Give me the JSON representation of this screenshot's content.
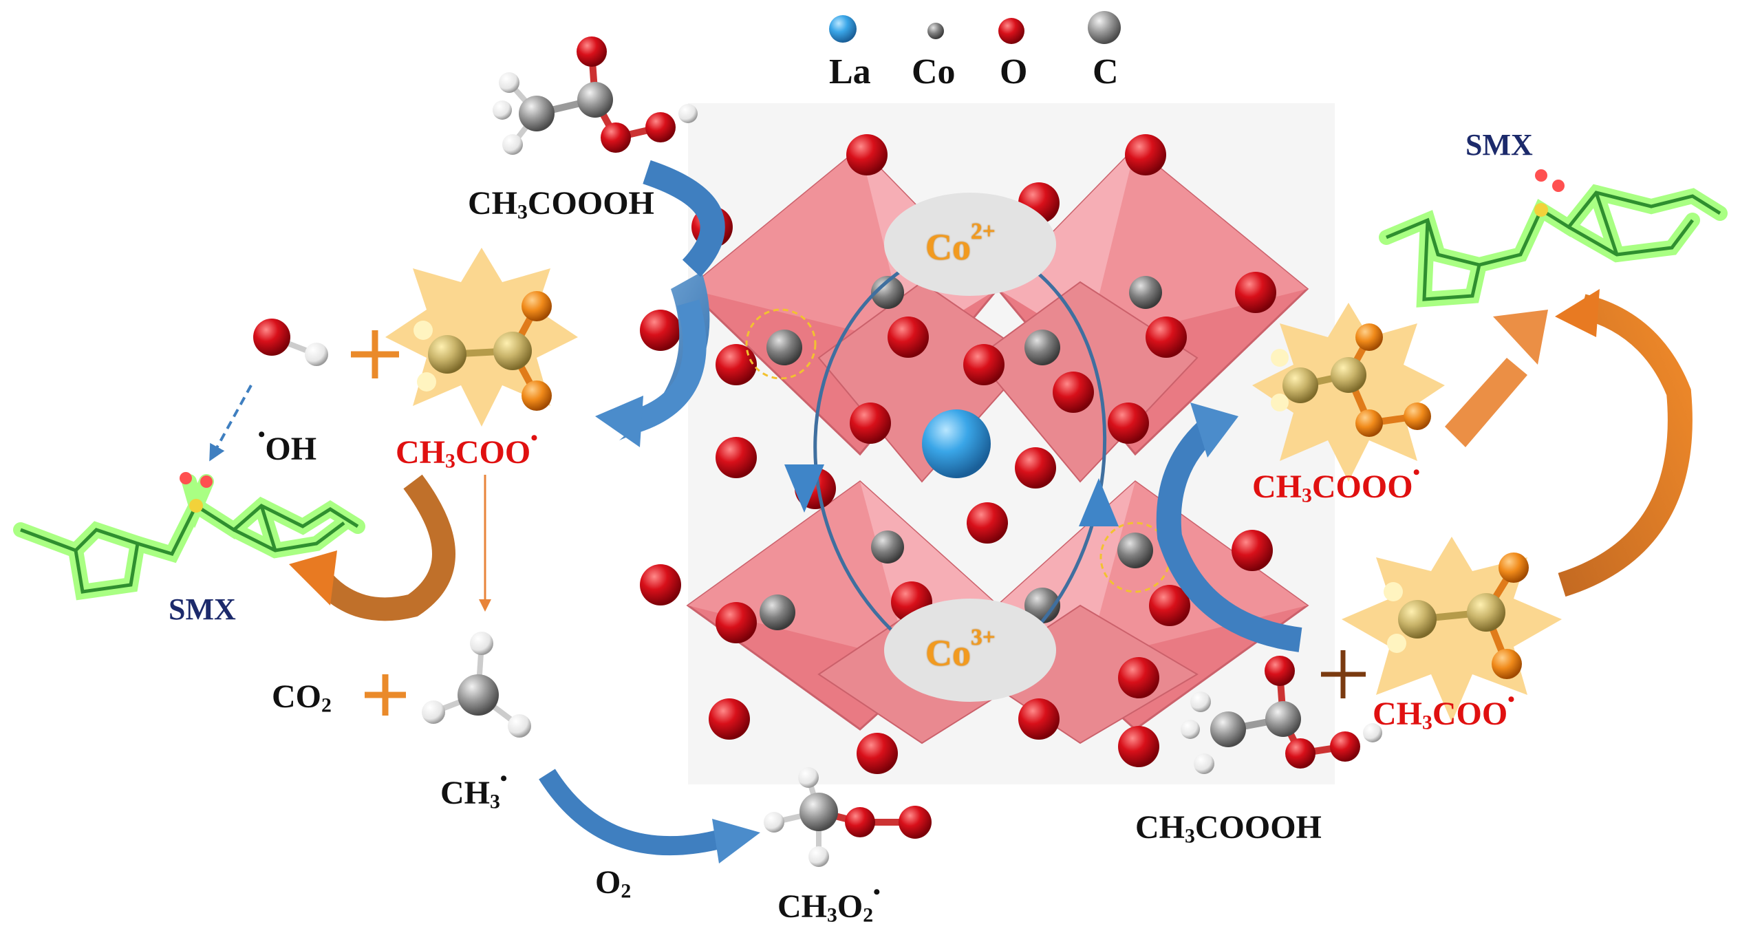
{
  "legend": {
    "la": "La",
    "co": "Co",
    "o": "O",
    "c": "C"
  },
  "colors": {
    "la_atom": "#3aa6e8",
    "co_atom": "#7f7f7f",
    "o_atom": "#d8101a",
    "c_atom": "#9a9a9a",
    "octahedron": "#e8707a",
    "blue_arrow": "#3f7fc0",
    "orange_arrow": "#e67826",
    "smx_glow": "#8dff5a"
  },
  "labels": {
    "paa_top_left": {
      "base": "CH",
      "sub1": "3",
      "rest": "COOOH"
    },
    "paa_bottom_right": {
      "base": "CH",
      "sub1": "3",
      "rest": "COOOH"
    },
    "acetyloxyl_left": {
      "base": "CH",
      "sub1": "3",
      "rest": "COO",
      "dot": "•"
    },
    "acetyloxyl_right": {
      "base": "CH",
      "sub1": "3",
      "rest": "COO",
      "dot": "•"
    },
    "acetylperoxyl": {
      "base": "CH",
      "sub1": "3",
      "rest": "COOO",
      "dot": "•"
    },
    "hydroxyl": {
      "dot": "•",
      "rest": "OH"
    },
    "smx_left": "SMX",
    "smx_right": "SMX",
    "co2": {
      "base": "CO",
      "sub1": "2"
    },
    "methyl": {
      "base": "CH",
      "sub1": "3",
      "dot": "•"
    },
    "o2": {
      "base": "O",
      "sub1": "2"
    },
    "methylperoxyl": {
      "base": "CH",
      "sub1": "3",
      "mid": "O",
      "sub2": "2",
      "dot": "•"
    },
    "co2plus": {
      "base": "Co",
      "sup": "2+"
    },
    "co3plus": {
      "base": "Co",
      "sup": "3+"
    },
    "plus_sign": "+"
  }
}
